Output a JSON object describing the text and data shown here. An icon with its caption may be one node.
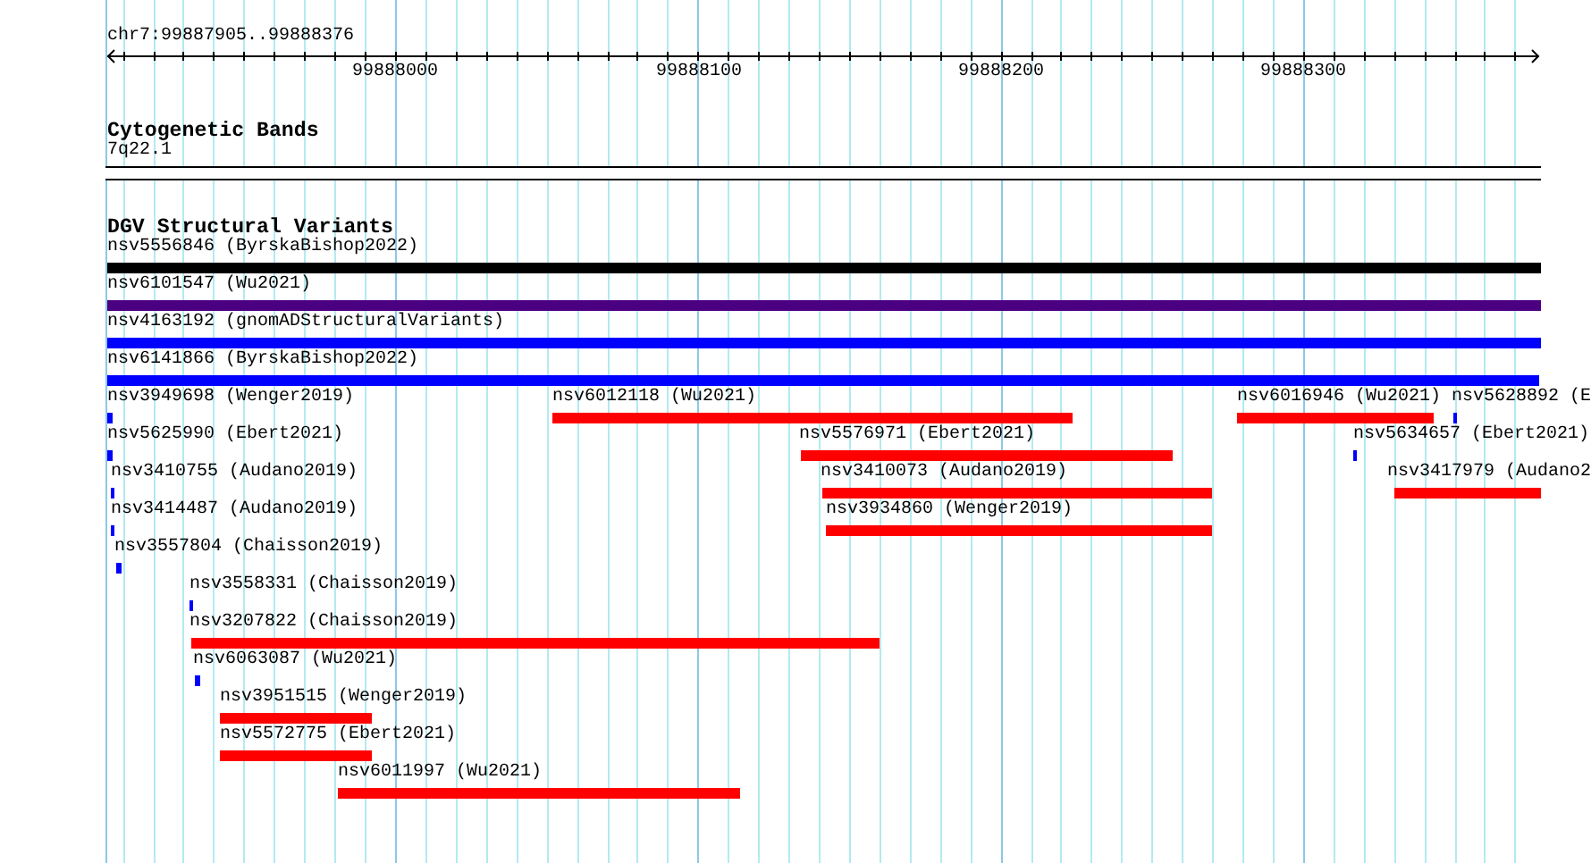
{
  "diagram": {
    "nodes": [
      {
        "text": [
          "7q22.1"
        ]
      },
      {
        "text": [
          "nsv5556846 (ByrskaBishop2022)"
        ]
      },
      {
        "text": [
          "nsv6101547 (Wu2021)"
        ]
      },
      {
        "text": [
          "nsv4163192 (gnomADStructuralVariants)"
        ]
      },
      {
        "text": [
          "nsv6141866 (ByrskaBishop2022)"
        ]
      },
      {
        "text": [
          "nsv3949698 (Wenger2019)"
        ]
      },
      {
        "text": [
          "nsv6012118 (Wu2021)"
        ]
      },
      {
        "text": [
          "nsv6016946 (Wu2021)"
        ]
      },
      {
        "text": [
          "nsv5628892 (E"
        ]
      },
      {
        "text": [
          "nsv5625990 (Ebert2021)"
        ]
      },
      {
        "text": [
          "nsv5576971 (Ebert2021)"
        ]
      },
      {
        "text": [
          "nsv5634657 (Ebert2021)"
        ]
      },
      {
        "text": [
          "nsv3410755 (Audano2019)"
        ]
      },
      {
        "text": [
          "nsv3410073 (Audano2019)"
        ]
      },
      {
        "text": [
          "nsv3417979 (Audano2"
        ]
      },
      {
        "text": [
          "nsv3414487 (Audano2019)"
        ]
      },
      {
        "text": [
          "nsv3934860 (Wenger2019)"
        ]
      },
      {
        "text": [
          "nsv3557804 (Chaisson2019)"
        ]
      },
      {
        "text": [
          "nsv3558331 (Chaisson2019)"
        ]
      },
      {
        "text": [
          "nsv3207822 (Chaisson2019)"
        ]
      },
      {
        "text": [
          "nsv6063087 (Wu2021)"
        ]
      },
      {
        "text": [
          "nsv3951515 (Wenger2019)"
        ]
      },
      {
        "text": [
          "nsv5572775 (Ebert2021)"
        ]
      },
      {
        "text": [
          "nsv6011997 (Wu2021)"
        ]
      }
    ],
    "labels": [
      "chr7:99887905..99888376",
      "99888000",
      "99888100",
      "99888200",
      "99888300",
      "Cytogenetic Bands",
      "DGV Structural Variants"
    ]
  }
}
